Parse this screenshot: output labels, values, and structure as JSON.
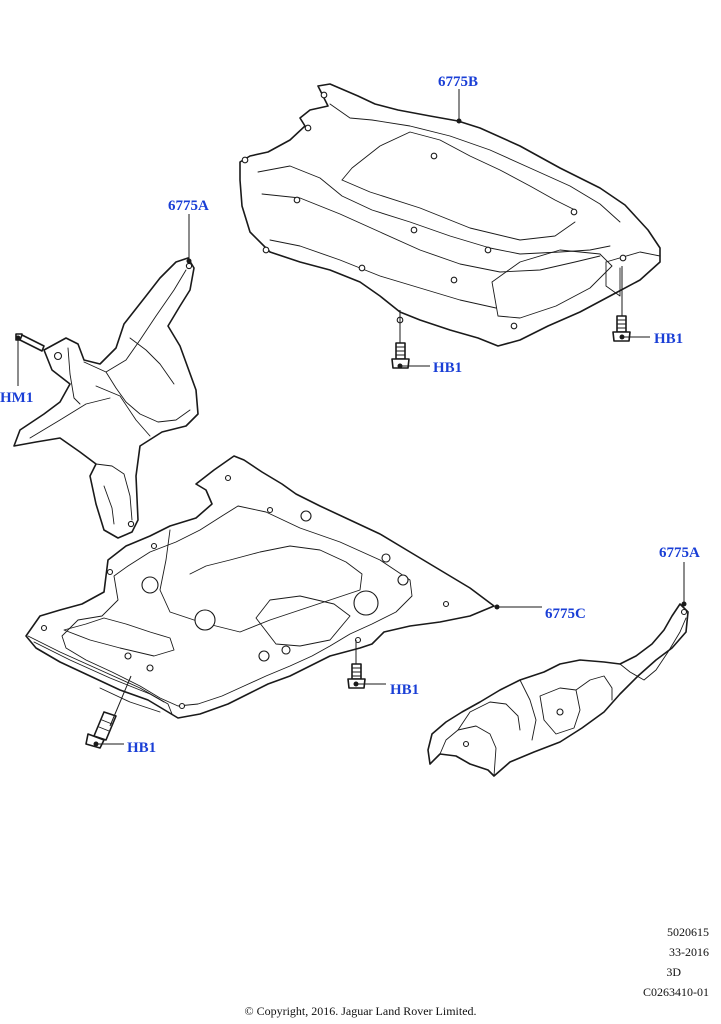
{
  "callouts": {
    "part_6775B": "6775B",
    "part_6775A_left": "6775A",
    "part_6775A_right": "6775A",
    "part_6775C": "6775C",
    "hm1": "HM1",
    "hb1_top_center": "HB1",
    "hb1_top_right": "HB1",
    "hb1_center": "HB1",
    "hb1_bottom_left": "HB1"
  },
  "reference": {
    "line1": "5020615",
    "line2": "33-2016",
    "line3": "3D",
    "line4": "C0263410-01"
  },
  "copyright": "© Copyright, 2016. Jaguar Land Rover Limited.",
  "colors": {
    "callout_blue": "#1a3fd6",
    "line_black": "#1a1a1a"
  }
}
